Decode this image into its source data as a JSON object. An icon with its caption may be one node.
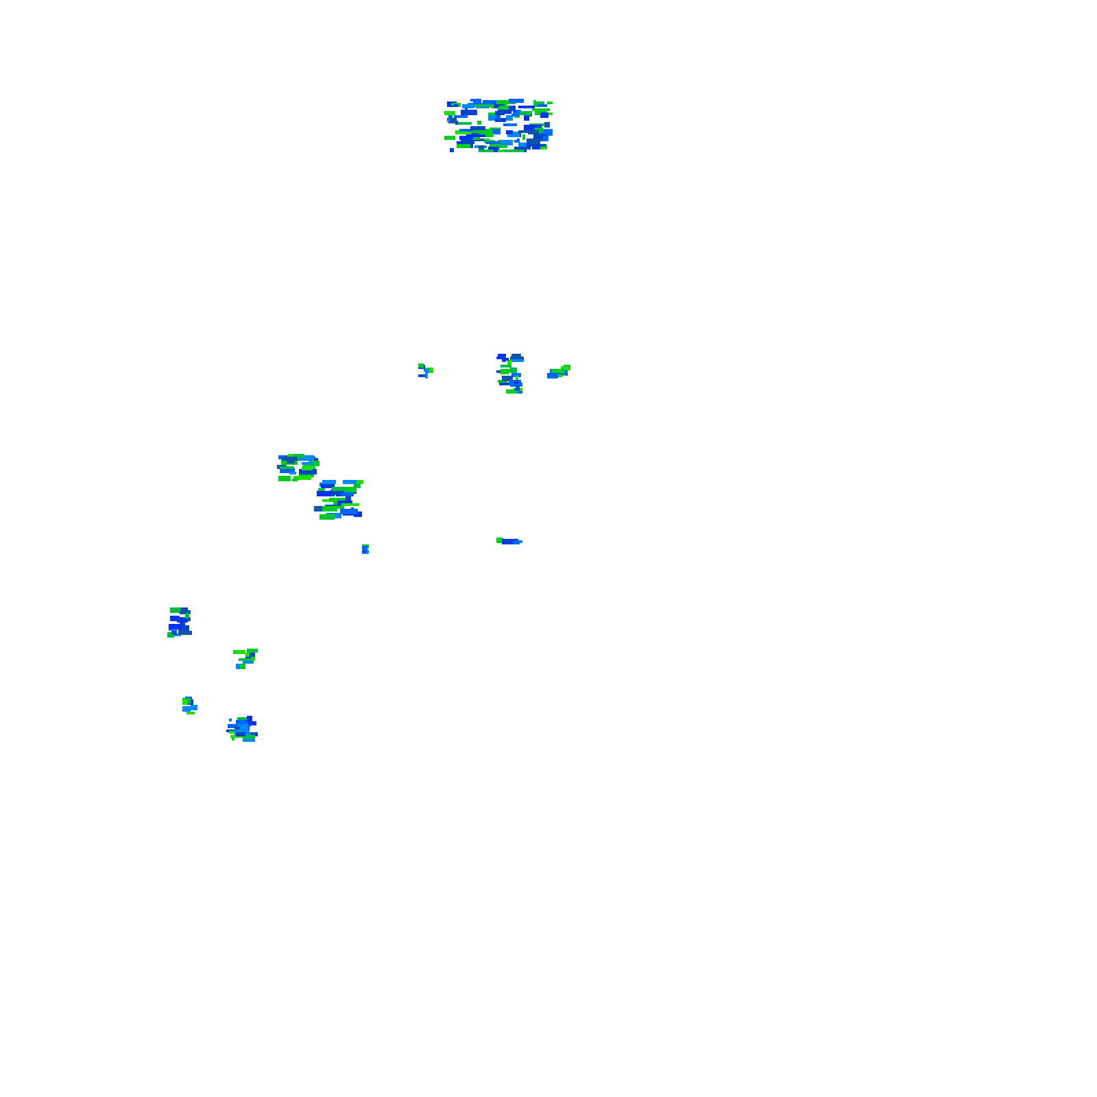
{
  "diagram": {
    "nodes": [
      {
        "text": [],
        "shape": "picture"
      },
      {
        "text": [],
        "shape": "picture"
      },
      {
        "text": [],
        "shape": "picture"
      },
      {
        "text": [],
        "shape": "picture"
      },
      {
        "text": [],
        "shape": "picture"
      },
      {
        "text": [],
        "shape": "picture"
      },
      {
        "text": [],
        "shape": "picture"
      },
      {
        "text": [],
        "shape": "picture"
      },
      {
        "text": [],
        "shape": "picture"
      },
      {
        "text": [],
        "shape": "picture"
      },
      {
        "text": [],
        "shape": "picture"
      },
      {
        "text": [],
        "shape": "picture"
      }
    ]
  }
}
